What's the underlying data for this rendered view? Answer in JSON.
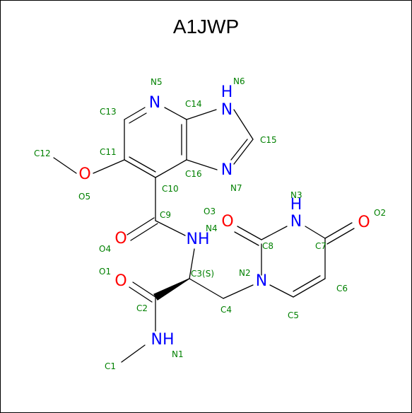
{
  "title": "A1JWP",
  "colors": {
    "bond": "#000000",
    "nitrogen": "#0000ff",
    "oxygen": "#ff0000",
    "atom_label": "#008000"
  },
  "symbols": {
    "N5": "N",
    "N6": "H",
    "N7": "N",
    "O5": "O",
    "O4": "O",
    "N4": "NH",
    "O1": "O",
    "N1": "NH",
    "N2": "N",
    "N3": "H",
    "O3": "O",
    "O2": "O"
  },
  "labels": {
    "N5": "N5",
    "N6": "N6",
    "C13": "C13",
    "C14": "C14",
    "C15": "C15",
    "C11": "C11",
    "C12": "C12",
    "C16": "C16",
    "N7": "N7",
    "O5": "O5",
    "C10": "C10",
    "C9": "C9",
    "O3": "O3",
    "N4": "N4",
    "O4": "O4",
    "N3": "N3",
    "O2": "O2",
    "C8": "C8",
    "C7": "C7",
    "O1": "O1",
    "C3": "C3(S)",
    "N2": "N2",
    "C2": "C2",
    "C4": "C4",
    "C6": "C6",
    "C5": "C5",
    "N1": "N1",
    "C1": "C1"
  }
}
